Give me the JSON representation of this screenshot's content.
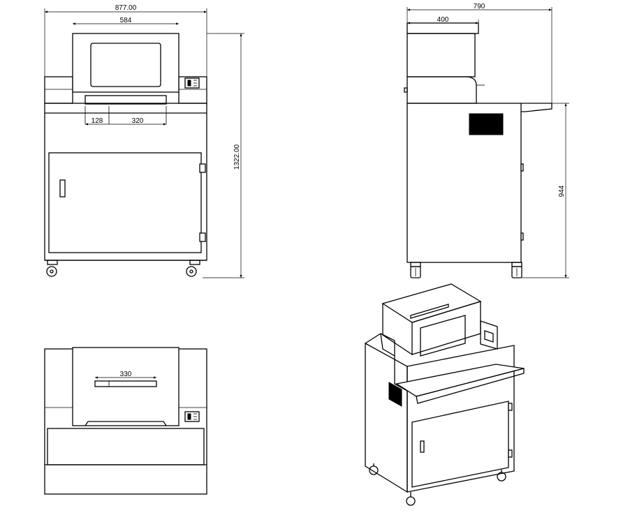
{
  "front_view": {
    "overall_width": "877.00",
    "top_box_width": "584",
    "slot_left_width": "128",
    "slot_right_width": "320",
    "overall_height": "1322.00"
  },
  "side_view": {
    "overall_depth": "790",
    "top_box_depth": "400",
    "body_height": "944"
  },
  "top_view": {
    "slot_length": "330"
  }
}
